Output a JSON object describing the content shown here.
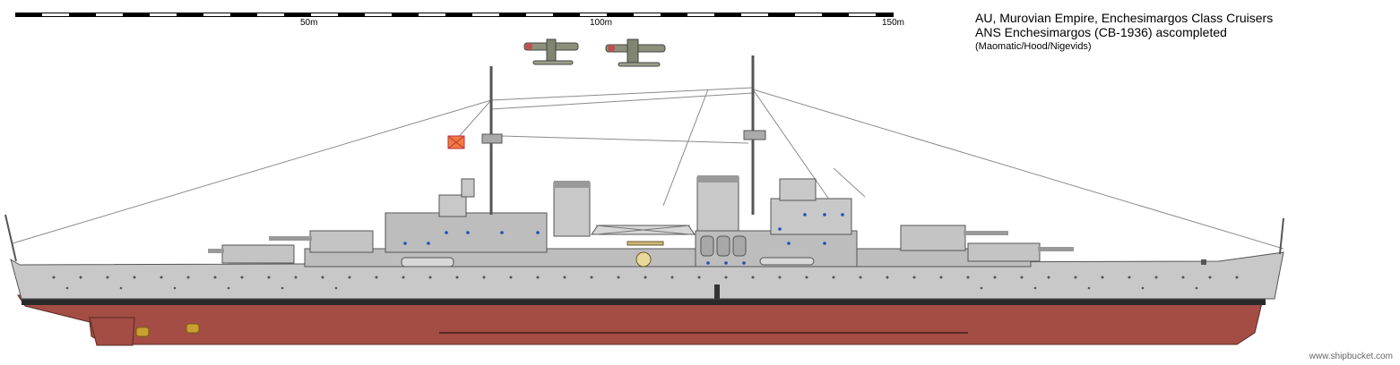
{
  "header": {
    "line1": "AU, Murovian Empire, Enchesimargos Class Cruisers",
    "line2": "ANS Enchesimargos (CB-1936) ascompleted",
    "credits": "(Maomatic/Hood/Nigevids)"
  },
  "scale_bar": {
    "labels": [
      "50m",
      "100m",
      "150m"
    ]
  },
  "watermark": "www.shipbucket.com",
  "colors": {
    "hull_grey": "#c8c8c8",
    "superstructure_grey": "#bdbdbd",
    "boot_topping": "#2a2a2a",
    "antifouling_red": "#a34d44",
    "portholes": "#1f4fb5",
    "outline": "#555555"
  },
  "drawing": {
    "subject": "cruiser-side-profile",
    "aircraft_count": 2
  }
}
